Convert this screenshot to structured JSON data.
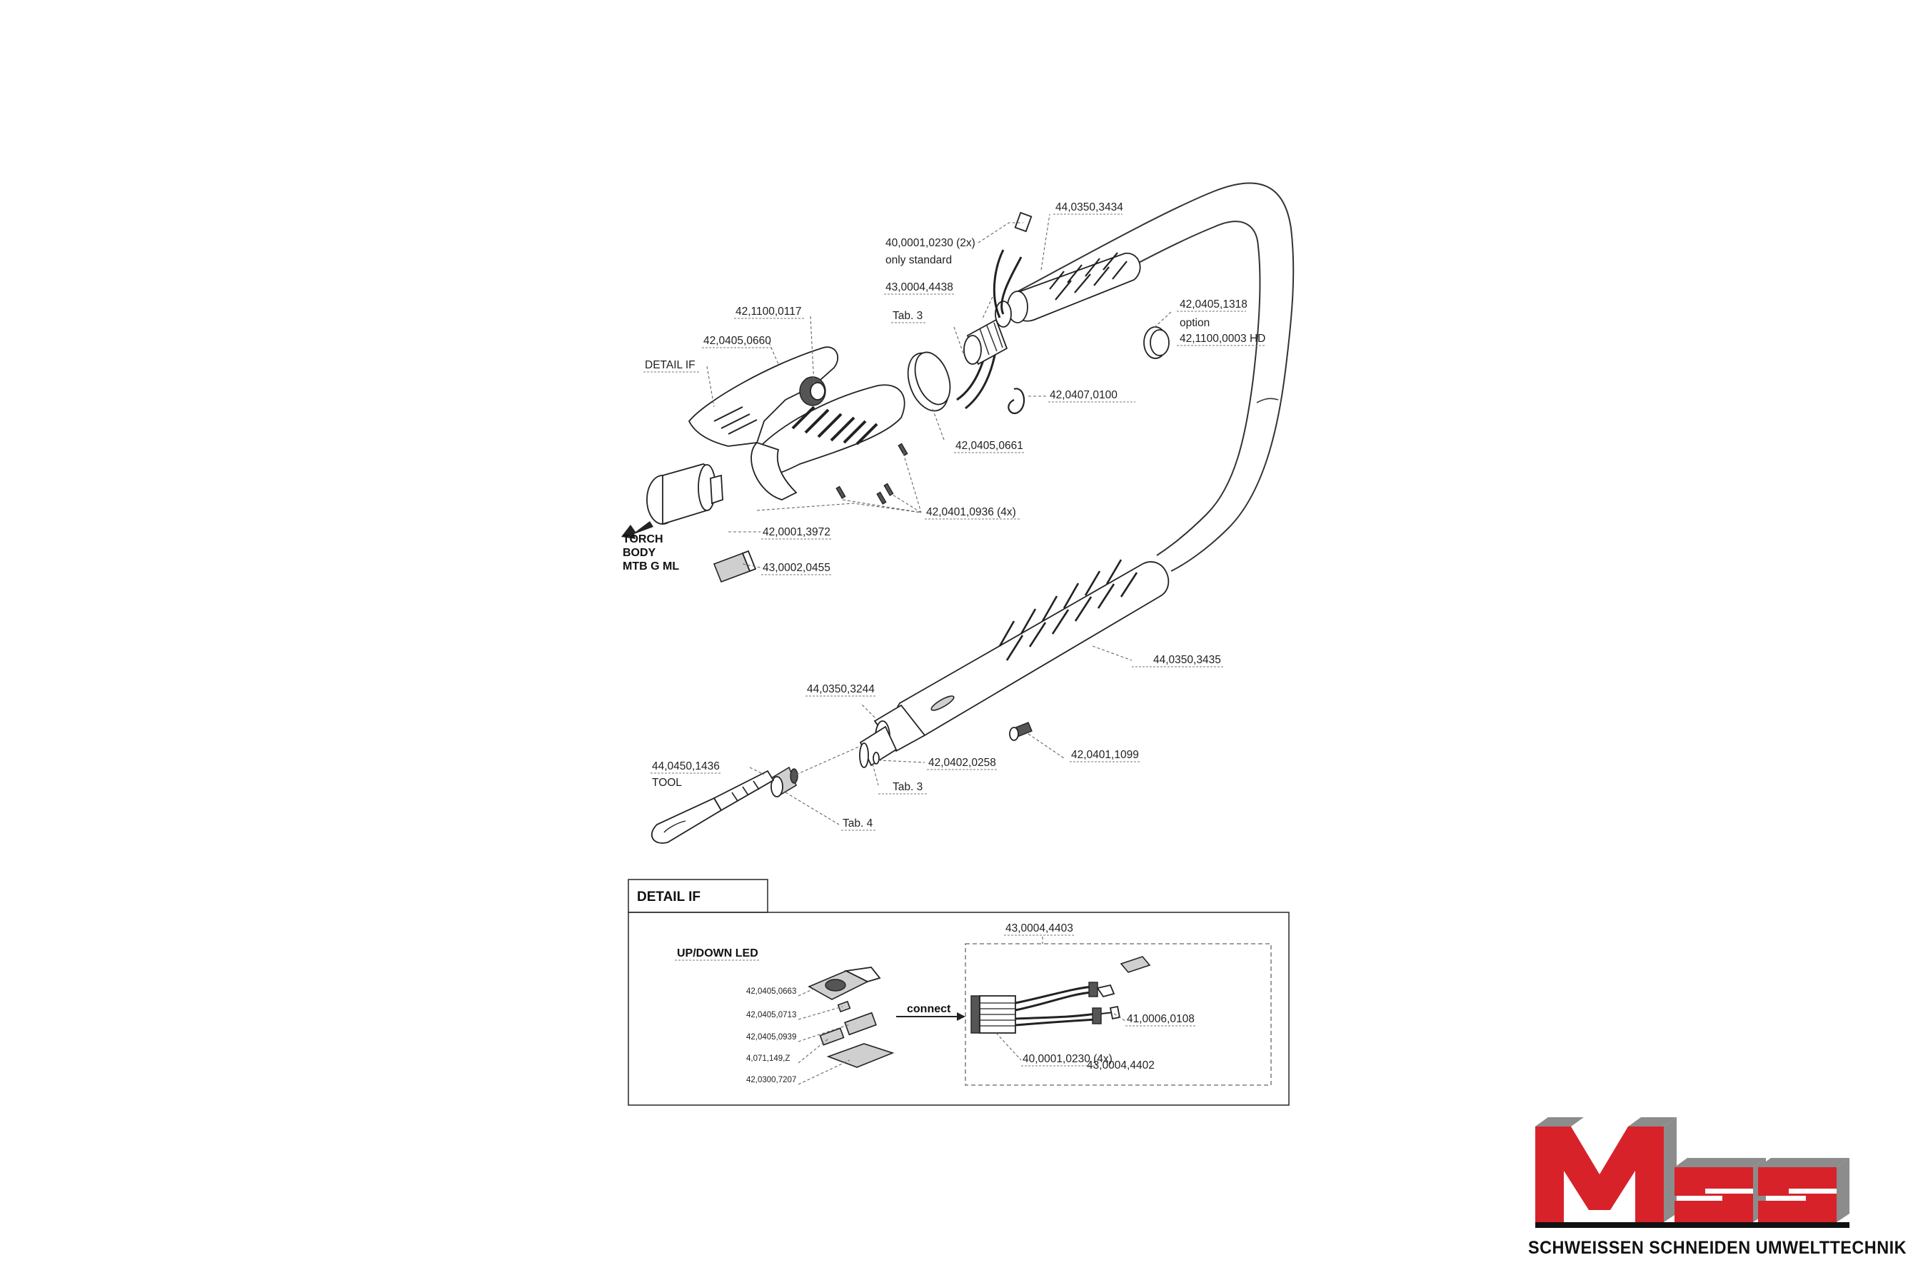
{
  "torch_labels": {
    "p_40_0001_0230": "40,0001,0230 (2x)",
    "only_standard": "only standard",
    "p_44_0350_3434": "44,0350,3434",
    "p_43_0004_4438": "43,0004,4438",
    "tab3_top": "Tab. 3",
    "p_42_0405_1318": "42,0405,1318",
    "option": "option",
    "p_42_1100_0003": "42,1100,0003 HD",
    "p_42_1100_0117": "42,1100,0117",
    "p_42_0405_0660": "42,0405,0660",
    "detail_if": "DETAIL IF",
    "p_42_0407_0100": "42,0407,0100",
    "p_42_0405_0661": "42,0405,0661",
    "p_42_0401_0936": "42,0401,0936 (4x)",
    "p_42_0001_3972": "42,0001,3972",
    "torch_body_1": "TORCH",
    "torch_body_2": "BODY",
    "torch_body_3": "MTB G ML",
    "p_43_0002_0455": "43,0002,0455",
    "p_44_0350_3435": "44,0350,3435",
    "p_44_0350_3244": "44,0350,3244",
    "p_42_0402_0258": "42,0402,0258",
    "p_42_0401_1099": "42,0401,1099",
    "tab3_bottom": "Tab. 3",
    "p_44_0450_1436": "44,0450,1436",
    "tool": "TOOL",
    "tab4": "Tab. 4"
  },
  "detail_box": {
    "title": "DETAIL IF",
    "up_down_led": "UP/DOWN LED",
    "p_42_0405_0663": "42,0405,0663",
    "p_42_0405_0713": "42,0405,0713",
    "p_42_0405_0939": "42,0405,0939",
    "p_4_071_149_z": "4,071,149,Z",
    "p_42_0300_7207": "42,0300,7207",
    "connect": "connect",
    "p_43_0004_4403": "43,0004,4403",
    "p_41_0006_0108": "41,0006,0108",
    "p_40_0001_0230_4x": "40,0001,0230 (4x)",
    "p_43_0004_4402": "43,0004,4402"
  },
  "logo": {
    "mark": "MSS",
    "tagline": "SCHWEISSEN SCHNEIDEN UMWELTTECHNIK",
    "colors": {
      "red": "#d8222a",
      "grey": "#8c8c8c",
      "dark": "#111111"
    }
  }
}
